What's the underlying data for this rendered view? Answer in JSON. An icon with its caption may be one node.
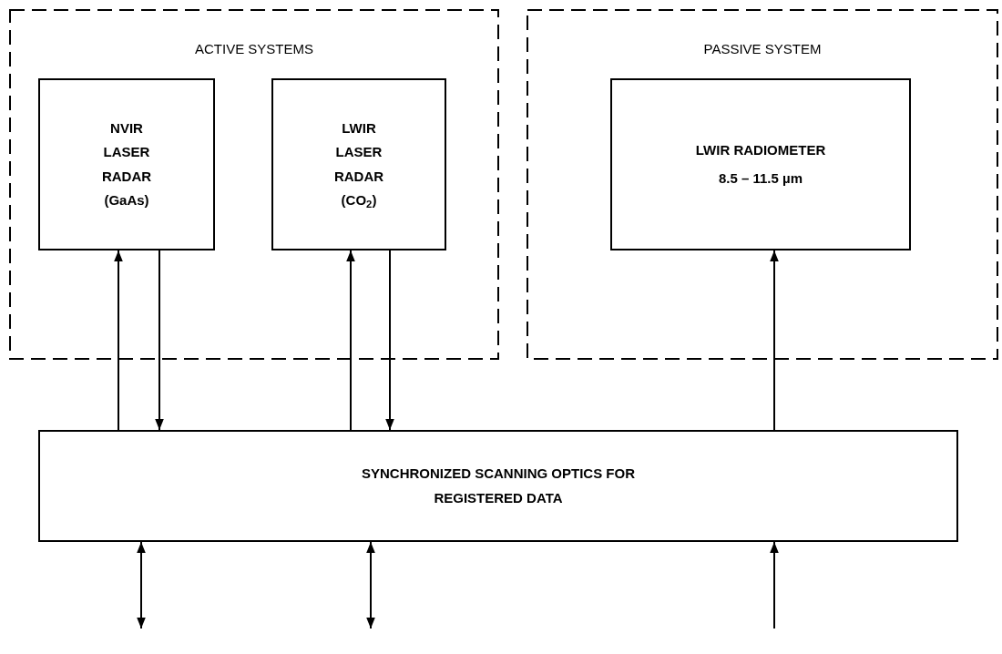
{
  "diagram": {
    "nodes": [
      {
        "text": [
          "ACTIVE SYSTEMS"
        ]
      },
      {
        "text": [
          "NVIR LASER RADAR (GaAs)"
        ],
        "in": 0
      },
      {
        "text": [
          "LWIR LASER RADAR (CO$_{2}$)"
        ],
        "in": 0
      },
      {
        "text": [
          "PASSIVE SYSTEM"
        ]
      },
      {
        "text": [
          "LWIR RADIOMETER",
          "8.5 – 11.5 µm"
        ],
        "in": 3
      },
      {
        "text": [
          "SYNCHRONIZED SCANNING OPTICS FOR REGISTERED DATA"
        ]
      }
    ],
    "edges": [
      {
        "from": 5,
        "to": 1,
        "arrow": "to"
      },
      {
        "from": 1,
        "to": 5,
        "arrow": "to"
      },
      {
        "from": 5,
        "to": 2,
        "arrow": "to"
      },
      {
        "from": 2,
        "to": 5,
        "arrow": "to"
      },
      {
        "from": 5,
        "to": 4,
        "arrow": "to"
      },
      {
        "from": null,
        "to": 5,
        "arrow": "both"
      },
      {
        "from": null,
        "to": 5,
        "arrow": "both"
      },
      {
        "from": null,
        "to": 5,
        "arrow": "to"
      }
    ]
  }
}
